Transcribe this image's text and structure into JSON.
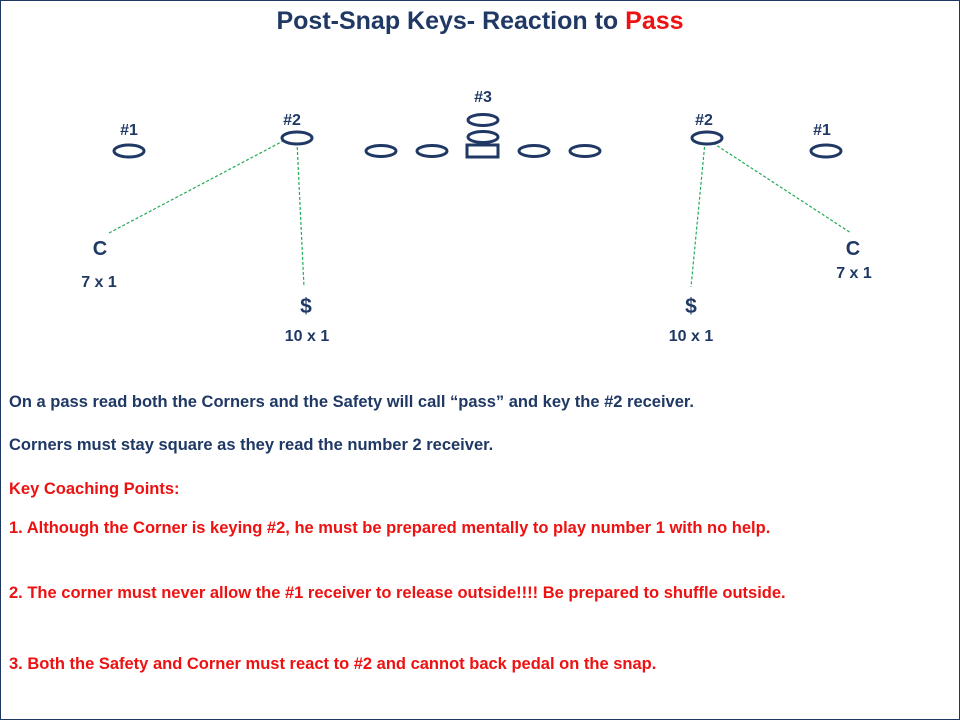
{
  "title": {
    "main": "Post-Snap Keys- Reaction to ",
    "accent": "Pass"
  },
  "colors": {
    "navy": "#1f3864",
    "red": "#ee1111",
    "key_line": "#22aa55",
    "receiver_fill": "#ffffff"
  },
  "diagram": {
    "receiver_labels": {
      "left_1": "#1",
      "left_2": "#2",
      "center_3": "#3",
      "right_2": "#2",
      "right_1": "#1"
    },
    "defenders": {
      "left_corner": {
        "symbol": "C",
        "alignment": "7 x 1"
      },
      "right_corner": {
        "symbol": "C",
        "alignment": "7 x 1"
      },
      "left_safety": {
        "symbol": "$",
        "alignment": "10 x 1"
      },
      "right_safety": {
        "symbol": "$",
        "alignment": "10 x 1"
      }
    }
  },
  "notes": {
    "pass_read": "On a pass read both the Corners and the Safety will call “pass” and key the #2 receiver.",
    "corners_square": "Corners must stay square as they read the number 2 receiver.",
    "heading": "Key Coaching Points:",
    "points": [
      "1.  Although the Corner is keying #2, he must be prepared mentally to play number 1 with no help.",
      "2.  The corner must never allow the #1 receiver to release outside!!!!  Be prepared to shuffle outside.",
      "3.  Both the Safety and Corner must react to #2 and cannot back pedal on the snap."
    ]
  }
}
